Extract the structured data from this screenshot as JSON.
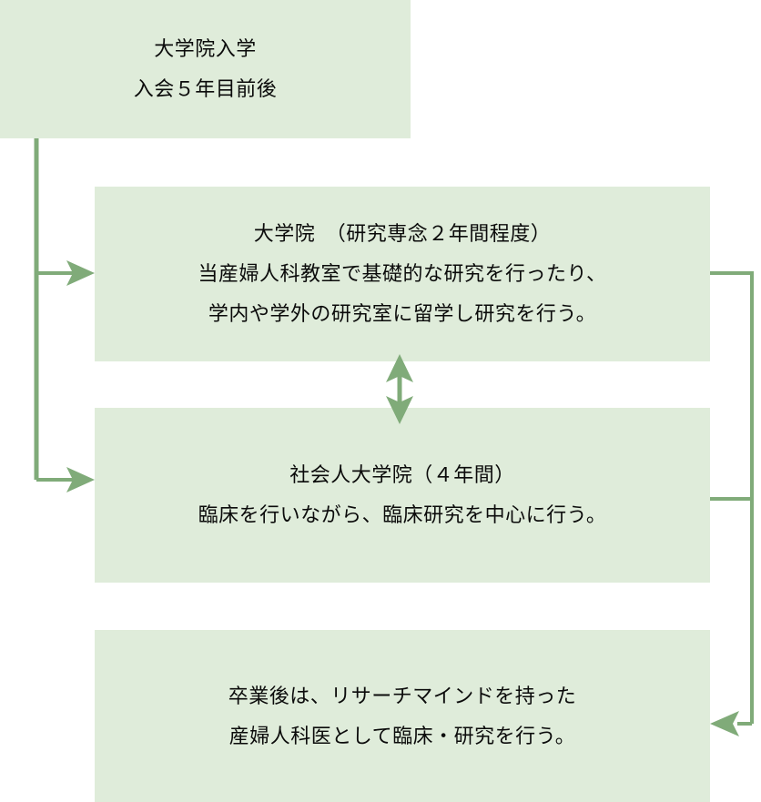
{
  "diagram": {
    "title_box": {
      "name": "graduate-school-entry",
      "lines": [
        "大学院入学",
        "入会５年目前後"
      ]
    },
    "boxes": [
      {
        "name": "graduate-school",
        "lines": [
          "大学院　（研究専念２年間程度）",
          "当産婦人科教室で基礎的な研究を行ったり、",
          "学内や学外の研究室に留学し研究を行う。"
        ]
      },
      {
        "name": "working-adult-graduate-school",
        "lines": [
          "社会人大学院（４年間）",
          "臨床を行いながら、臨床研究を中心に行う。"
        ]
      },
      {
        "name": "after-graduation",
        "lines": [
          "卒業後は、リサーチマインドを持った",
          "産婦人科医として臨床・研究を行う。"
        ]
      }
    ],
    "connectors": [
      {
        "name": "entry-to-graduate-school-arrow",
        "direction": "right"
      },
      {
        "name": "entry-to-working-adult-arrow",
        "direction": "right"
      },
      {
        "name": "graduate-working-bidirectional-arrow",
        "direction": "both"
      },
      {
        "name": "graduate-school-to-after-line",
        "direction": "none"
      },
      {
        "name": "working-adult-to-after-line",
        "direction": "none"
      },
      {
        "name": "merge-to-after-graduation-arrow",
        "direction": "left"
      }
    ],
    "colors": {
      "box_fill": "#dfecda",
      "connector": "#80ab79",
      "text": "#0b0b0b",
      "background": "#ffffff"
    }
  }
}
